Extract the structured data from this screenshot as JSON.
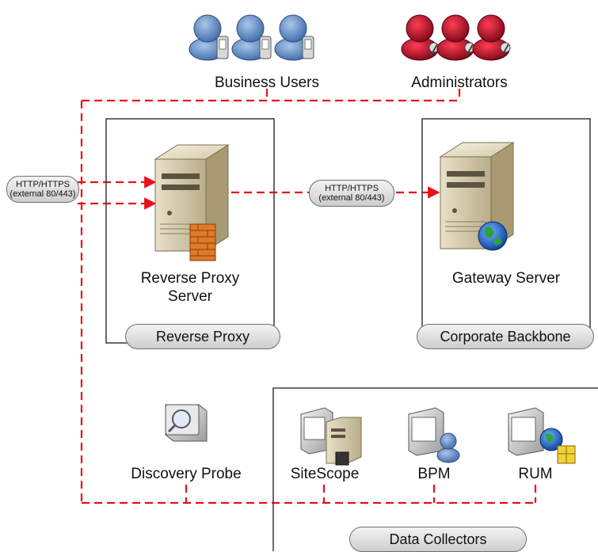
{
  "groups": {
    "business_users": "Business Users",
    "administrators": "Administrators"
  },
  "servers": {
    "reverse_proxy_line1": "Reverse Proxy",
    "reverse_proxy_line2": "Server",
    "gateway": "Gateway Server"
  },
  "zones": {
    "reverse_proxy": "Reverse Proxy",
    "corporate_backbone": "Corporate Backbone",
    "data_collectors": "Data Collectors"
  },
  "connections": {
    "http_left_line1": "HTTP/HTTPS",
    "http_left_line2": "(external 80/443)",
    "http_mid_line1": "HTTP/HTTPS",
    "http_mid_line2": "(external 80/443)"
  },
  "collectors": {
    "discovery_probe": "Discovery Probe",
    "sitescope": "SiteScope",
    "bpm": "BPM",
    "rum": "RUM"
  },
  "colors": {
    "connector": "#e8101a",
    "user_blue": "#5b86c0",
    "admin_red": "#c0102a"
  }
}
